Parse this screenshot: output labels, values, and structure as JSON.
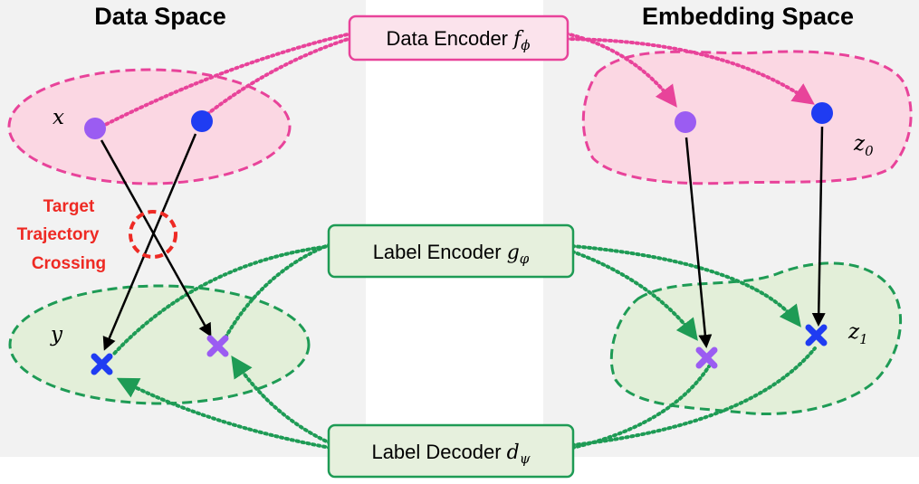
{
  "titles": {
    "data_space": "Data Space",
    "embedding_space": "Embedding Space"
  },
  "boxes": {
    "data_encoder": {
      "text": "Data Encoder ",
      "math": "f",
      "sub": "ϕ"
    },
    "label_encoder": {
      "text": "Label Encoder ",
      "math": "g",
      "sub": "φ"
    },
    "label_decoder": {
      "text": "Label Decoder ",
      "math": "d",
      "sub": "ψ"
    }
  },
  "region_labels": {
    "x": "x",
    "y": "y",
    "z0": {
      "base": "z",
      "sub": "0"
    },
    "z1": {
      "base": "z",
      "sub": "1"
    }
  },
  "annotation": {
    "line1": "Target",
    "line2": "Trajectory",
    "line3": "Crossing"
  },
  "colors": {
    "panel_bg": "#f2f2f2",
    "data_region_fill": "#fbd7e3",
    "data_region_stroke": "#e8439a",
    "label_region_fill": "#e3efd9",
    "label_region_stroke": "#1e9b55",
    "purple_point": "#9b5cf2",
    "blue_point": "#1f3cf2",
    "crossing_red": "#ee2a24",
    "encoder_box_fill": "#fbe3ec",
    "label_box_fill": "#e6f0dd"
  }
}
